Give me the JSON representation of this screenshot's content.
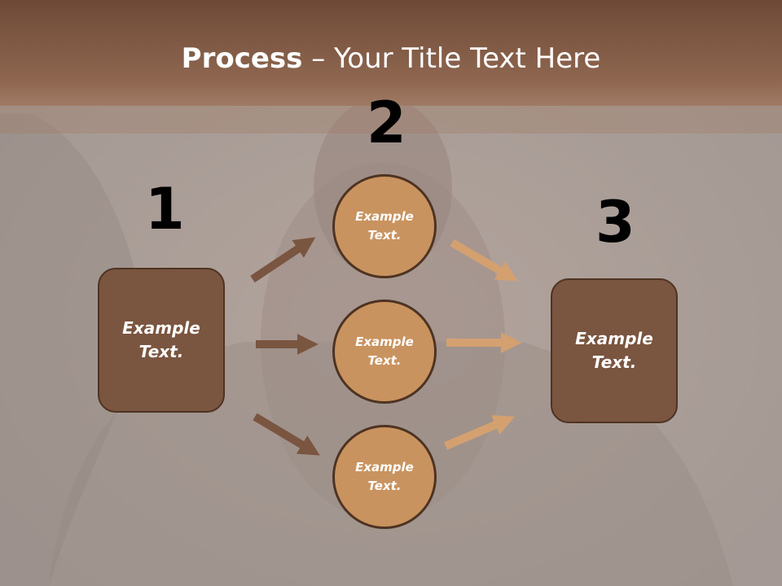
{
  "title": {
    "bold": "Process",
    "dash": " – ",
    "rest": "Your Title Text Here"
  },
  "steps": [
    {
      "number": "1",
      "label": "Example\nText."
    },
    {
      "number": "2",
      "label": "Example\nText."
    },
    {
      "number": "3",
      "label": "Example\nText."
    }
  ],
  "circles": [
    {
      "label": "Example\nText."
    },
    {
      "label": "Example\nText."
    },
    {
      "label": "Example\nText."
    }
  ],
  "colors": {
    "dark_brown": "#7a5540",
    "light_brown": "#c9935f",
    "arrow_dark": "#7a5540",
    "arrow_light": "#d4a070",
    "title_band": "#8a5f46"
  }
}
